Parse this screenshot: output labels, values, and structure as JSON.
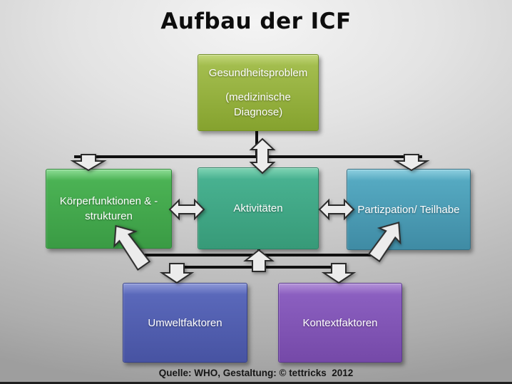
{
  "slide": {
    "title": "Aufbau der ICF",
    "caption": "Quelle: WHO, Gestaltung: © tettricks  2012"
  },
  "boxes": {
    "gesundheitsproblem": {
      "line1": "Gesundheitsproblem",
      "line2": "(medizinische Diagnose)",
      "colors": {
        "hi": "#c3d87b",
        "top": "#a3bd4e",
        "bottom": "#85a22e",
        "border": "#74902a"
      }
    },
    "koerperfunktionen": {
      "label": "Körperfunktionen & - strukturen",
      "colors": {
        "hi": "#8edd96",
        "top": "#4bb254",
        "bottom": "#3a9b44",
        "border": "#2e8a38"
      }
    },
    "aktivitaeten": {
      "label": "Aktivitäten",
      "colors": {
        "hi": "#7fd4b4",
        "top": "#48b190",
        "bottom": "#379a78",
        "border": "#2b8465"
      }
    },
    "partizipation": {
      "label": "Partizpation/ Teilhabe",
      "colors": {
        "hi": "#8ecfe0",
        "top": "#55a9c1",
        "bottom": "#3f8ba4",
        "border": "#326f84"
      }
    },
    "umweltfaktoren": {
      "label": "Umweltfaktoren",
      "colors": {
        "hi": "#8f9ad8",
        "top": "#5a68ba",
        "bottom": "#4753a2",
        "border": "#36418c"
      }
    },
    "kontextfaktoren": {
      "label": "Kontextfaktoren",
      "colors": {
        "hi": "#b493d9",
        "top": "#8b5fc0",
        "bottom": "#7549a8",
        "border": "#5c3a8e"
      }
    }
  },
  "arrows": {
    "double_vertical_top": "up-down between Gesundheitsproblem and middle row",
    "down_into_koerperfunktionen": "down",
    "down_into_partizipation": "down",
    "double_between_koerperfunktionen_aktivitaeten": "left-right",
    "double_between_aktivitaeten_partizipation": "left-right",
    "up_into_aktivitaeten": "up",
    "diagonal_into_koerperfunktionen": "up-left",
    "diagonal_into_partizipation": "up-right",
    "down_into_umweltfaktoren": "down",
    "down_into_kontextfaktoren": "down"
  },
  "colors": {
    "background_center": "#f4f4f4",
    "background_edge": "#9e9e9e",
    "connector": "#101010",
    "arrow_fill": "#ececec",
    "arrow_outline": "#2c2c2c",
    "title": "#0d0d0d",
    "bottom_bar": "#1e1e1e"
  }
}
